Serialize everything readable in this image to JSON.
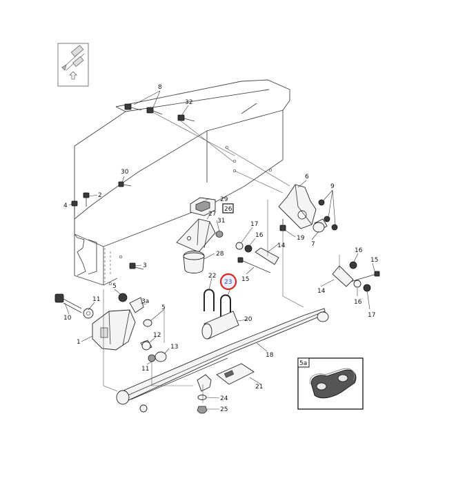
{
  "diagram": {
    "callouts": [
      {
        "id": "c8",
        "label": "8"
      },
      {
        "id": "c32",
        "label": "32"
      },
      {
        "id": "c30",
        "label": "30"
      },
      {
        "id": "c2",
        "label": "2"
      },
      {
        "id": "c4",
        "label": "4"
      },
      {
        "id": "c29",
        "label": "29"
      },
      {
        "id": "c27",
        "label": "27"
      },
      {
        "id": "c31",
        "label": "31"
      },
      {
        "id": "c28",
        "label": "28"
      },
      {
        "id": "c3",
        "label": "3"
      },
      {
        "id": "c6",
        "label": "6"
      },
      {
        "id": "c9",
        "label": "9"
      },
      {
        "id": "c19",
        "label": "19"
      },
      {
        "id": "c7",
        "label": "7"
      },
      {
        "id": "c17a",
        "label": "17"
      },
      {
        "id": "c16a",
        "label": "16"
      },
      {
        "id": "c14a",
        "label": "14"
      },
      {
        "id": "c15a",
        "label": "15"
      },
      {
        "id": "c16b",
        "label": "16"
      },
      {
        "id": "c15b",
        "label": "15"
      },
      {
        "id": "c14b",
        "label": "14"
      },
      {
        "id": "c16c",
        "label": "16"
      },
      {
        "id": "c17b",
        "label": "17"
      },
      {
        "id": "c22",
        "label": "22"
      },
      {
        "id": "c5a1",
        "label": "5"
      },
      {
        "id": "c11a",
        "label": "11"
      },
      {
        "id": "c3a",
        "label": "3a"
      },
      {
        "id": "c5b",
        "label": "5"
      },
      {
        "id": "c10",
        "label": "10"
      },
      {
        "id": "c1",
        "label": "1"
      },
      {
        "id": "c12",
        "label": "12"
      },
      {
        "id": "c13",
        "label": "13"
      },
      {
        "id": "c11b",
        "label": "11"
      },
      {
        "id": "c20",
        "label": "20"
      },
      {
        "id": "c18",
        "label": "18"
      },
      {
        "id": "c21",
        "label": "21"
      },
      {
        "id": "c24",
        "label": "24"
      },
      {
        "id": "c25",
        "label": "25"
      }
    ],
    "boxed_callout": {
      "label": "26"
    },
    "highlighted_callout": {
      "label": "23",
      "ring_color": "#e2231a",
      "text_color": "#2a4fb5"
    },
    "inset": {
      "label": "5a"
    }
  }
}
